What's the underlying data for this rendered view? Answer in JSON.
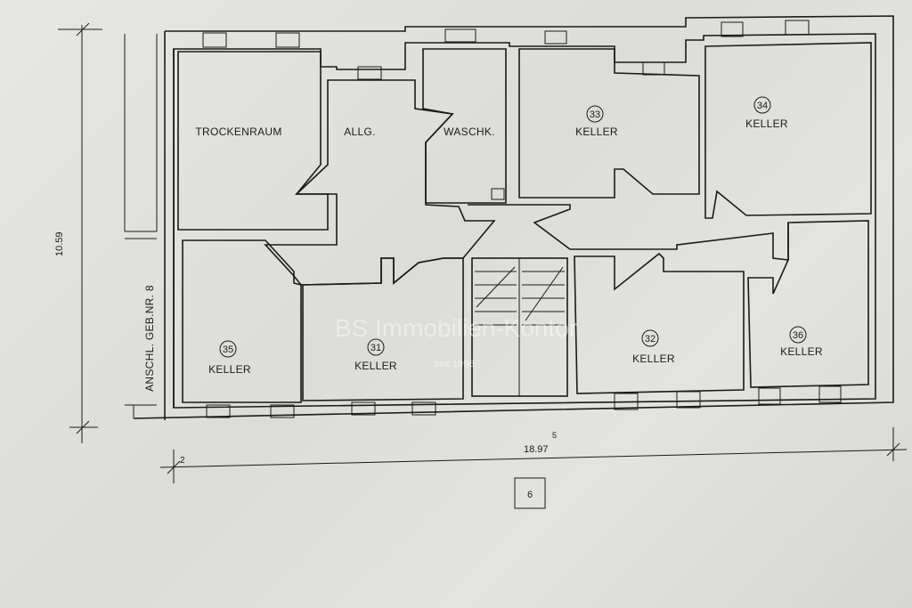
{
  "rooms": {
    "trockenraum": "TROCKENRAUM",
    "allg": "ALLG.",
    "waschk": "WASCHK.",
    "keller33": {
      "num": "33",
      "label": "KELLER"
    },
    "keller34": {
      "num": "34",
      "label": "KELLER"
    },
    "keller35": {
      "num": "35",
      "label": "KELLER"
    },
    "keller31": {
      "num": "31",
      "label": "KELLER"
    },
    "keller32": {
      "num": "32",
      "label": "KELLER"
    },
    "keller36": {
      "num": "36",
      "label": "KELLER"
    }
  },
  "side_label": "ANSCHL. GEB.NR. 8",
  "dimensions": {
    "height": "10.59",
    "width": "18.97",
    "width_sup": "5",
    "left_small": "2"
  },
  "page_number": "6",
  "watermark": {
    "name": "BS Immobilien-Kontor",
    "since": "seit 1996"
  }
}
